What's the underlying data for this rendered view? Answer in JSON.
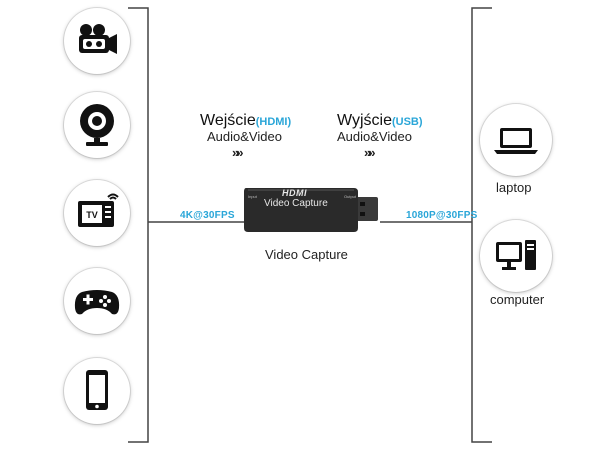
{
  "left_devices": [
    {
      "icon": "camcorder-icon"
    },
    {
      "icon": "webcam-icon"
    },
    {
      "icon": "tv-box-icon"
    },
    {
      "icon": "gamepad-icon"
    },
    {
      "icon": "smartphone-icon"
    }
  ],
  "input": {
    "label_main": "Wejście",
    "label_accent": "(HDMI)",
    "sub": "Audio&Video",
    "arrows": "»»"
  },
  "output": {
    "label_main": "Wyjście",
    "label_accent": "(USB)",
    "sub": "Audio&Video",
    "arrows": "»»"
  },
  "input_speed": "4K@30FPS",
  "output_speed": "1080P@30FPS",
  "device": {
    "logo": "HDMI",
    "body_text": "Video Capture",
    "port_in": "Input",
    "port_out": "Output"
  },
  "caption": "Video Capture",
  "right_devices": [
    {
      "icon": "laptop-icon",
      "label": "laptop"
    },
    {
      "icon": "desktop-computer-icon",
      "label": "computer"
    }
  ],
  "colors": {
    "accent": "#2aa6d8",
    "line": "#444444",
    "device_body": "#2a2a2a",
    "usb_plug": "#3a3a3a"
  }
}
